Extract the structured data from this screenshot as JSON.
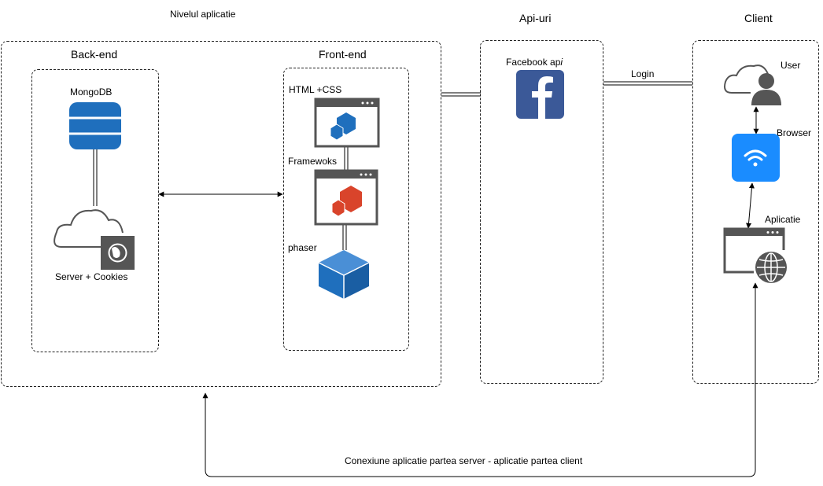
{
  "top_label": "Nivelul aplicatie",
  "groups": {
    "app_level": {
      "backend": {
        "title": "Back-end",
        "db_label": "MongoDB",
        "server_label": "Server + Cookies"
      },
      "frontend": {
        "title": "Front-end",
        "html_css_label": "HTML +CSS",
        "frameworks_label": "Framewoks",
        "phaser_label": "phaser"
      }
    },
    "apis": {
      "title": "Api-uri",
      "facebook_label_main": "Facebook ap",
      "facebook_label_italic": "i"
    },
    "client": {
      "title": "Client",
      "user_label": "User",
      "browser_label": "Browser",
      "app_label": "Aplicatie"
    }
  },
  "connections": {
    "login_label": "Login",
    "bottom_label": "Conexiune aplicatie partea server - aplicatie partea client"
  },
  "colors": {
    "blue": "#1f6fbd",
    "red": "#d9442b",
    "dark": "#555555",
    "facebook": "#3b5998",
    "browser": "#1a8cff"
  },
  "icons": {
    "db": "database-icon",
    "server": "cloud-server-icon",
    "html": "browser-window-blue-icon",
    "frameworks": "browser-window-red-icon",
    "phaser": "cube-icon",
    "facebook": "facebook-icon",
    "user": "cloud-user-icon",
    "browser": "wifi-icon",
    "app": "browser-globe-icon"
  }
}
